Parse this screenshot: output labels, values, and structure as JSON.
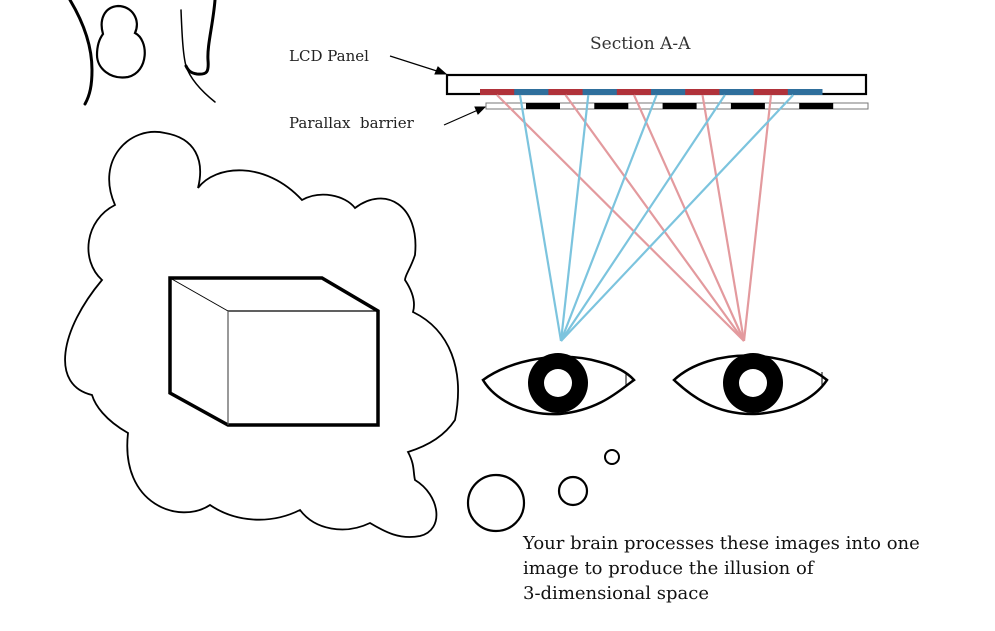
{
  "diagram": {
    "title": "Section A-A",
    "labels": {
      "lcd_panel": "LCD Panel",
      "parallax_barrier": "Parallax  barrier"
    },
    "caption_lines": [
      "Your brain processes these images into one",
      "image to produce the illusion of",
      "3-dimensional space"
    ],
    "colors": {
      "left_eye_pixel": "#2f6f9c",
      "right_eye_pixel": "#b0323a",
      "left_eye_ray": "#7cc4de",
      "right_eye_ray": "#e39a9e",
      "barrier": "#000000",
      "outline": "#000000"
    },
    "pixel_strip": [
      "red",
      "blue",
      "red",
      "blue",
      "red",
      "blue",
      "red",
      "blue",
      "red",
      "blue"
    ],
    "barrier_slots": 5,
    "rays": {
      "left_eye_count": 5,
      "right_eye_count": 5
    },
    "eyes": [
      "left-eye",
      "right-eye"
    ],
    "thought_object": "3d-box"
  }
}
